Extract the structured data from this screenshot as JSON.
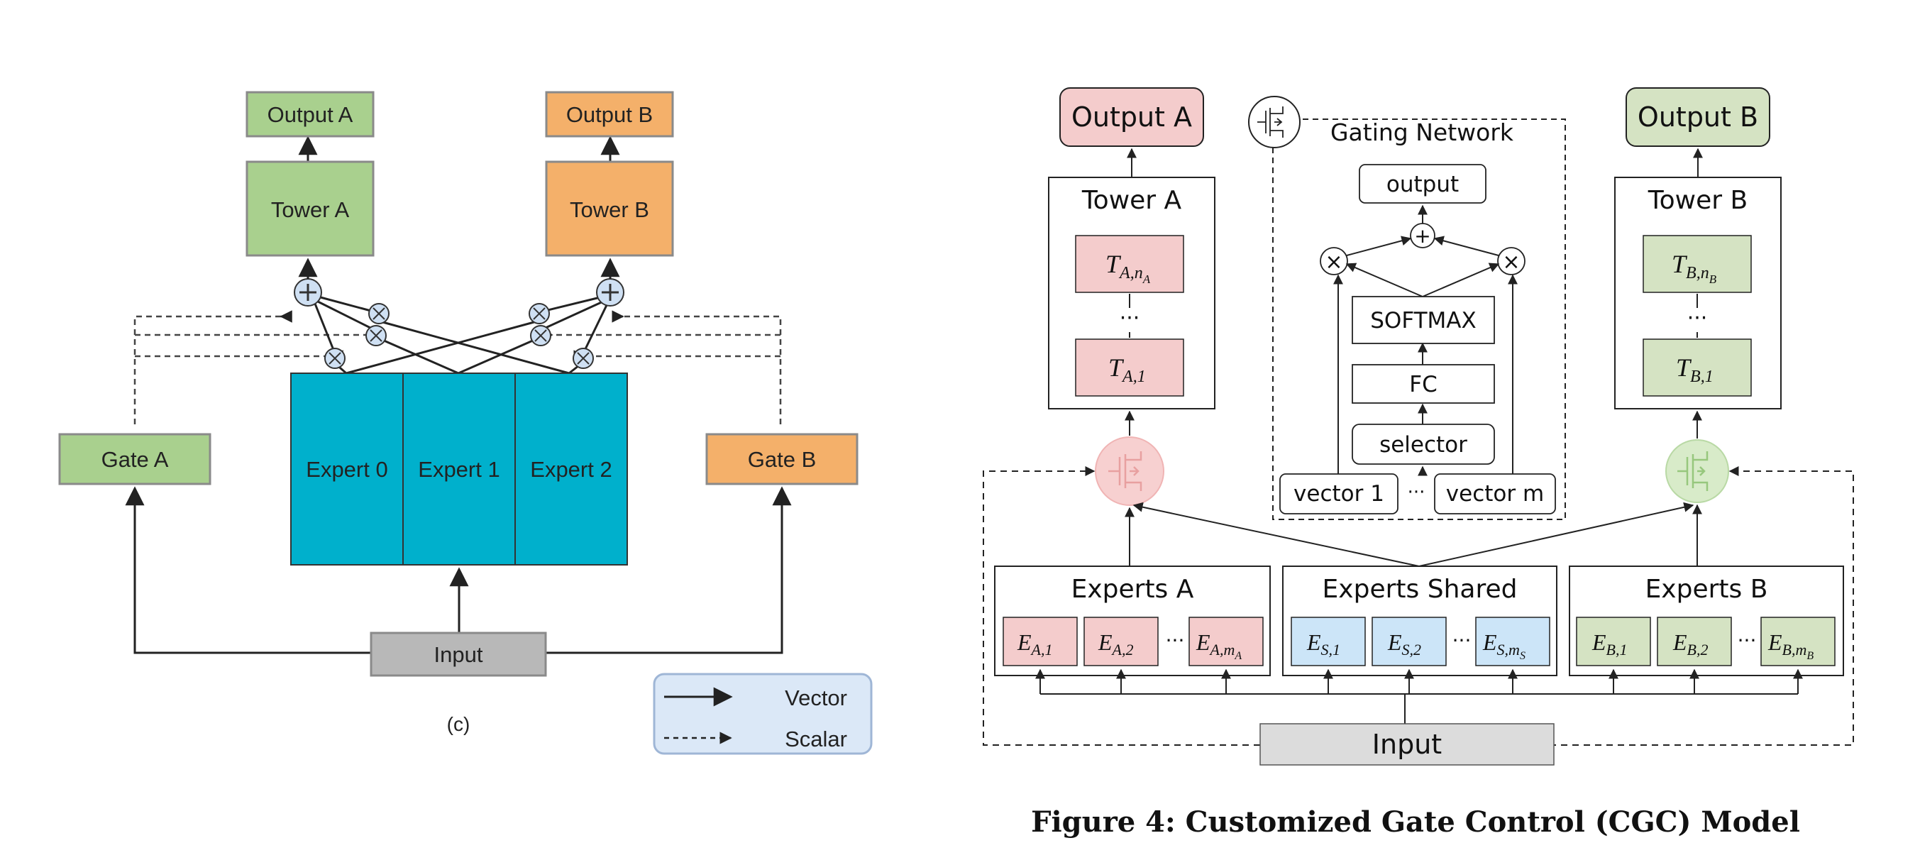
{
  "left_diagram": {
    "output_a": "Output A",
    "output_b": "Output B",
    "tower_a": "Tower A",
    "tower_b": "Tower B",
    "gate_a": "Gate A",
    "gate_b": "Gate B",
    "experts": [
      "Expert 0",
      "Expert 1",
      "Expert 2"
    ],
    "input": "Input",
    "sublabel": "(c)",
    "legend": {
      "vector": "Vector",
      "scalar": "Scalar"
    },
    "colors": {
      "green": "#a9d08e",
      "orange": "#f4b06a",
      "teal": "#00b0cc",
      "grey": "#b8b8b8",
      "legend_bg": "#dbe8f7"
    }
  },
  "right_diagram": {
    "output_a": "Output A",
    "output_b": "Output B",
    "tower_a": "Tower A",
    "tower_b": "Tower B",
    "tower_a_units": {
      "top": "T",
      "top_sub": "A,n",
      "top_subsub": "A",
      "bottom": "T",
      "bottom_sub": "A,1"
    },
    "tower_b_units": {
      "top": "T",
      "top_sub": "B,n",
      "top_subsub": "B",
      "bottom": "T",
      "bottom_sub": "B,1"
    },
    "ellipsis": "···",
    "gating_network": {
      "title": "Gating Network",
      "output": "output",
      "plus": "+",
      "times": "×",
      "softmax": "SOFTMAX",
      "fc": "FC",
      "selector": "selector",
      "vector_1": "vector 1",
      "vector_m": "vector m"
    },
    "experts_a": {
      "title": "Experts A",
      "items": [
        {
          "main": "E",
          "sub": "A,1",
          "subsub": ""
        },
        {
          "main": "E",
          "sub": "A,2",
          "subsub": ""
        },
        {
          "main": "E",
          "sub": "A,m",
          "subsub": "A"
        }
      ]
    },
    "experts_shared": {
      "title": "Experts Shared",
      "items": [
        {
          "main": "E",
          "sub": "S,1",
          "subsub": ""
        },
        {
          "main": "E",
          "sub": "S,2",
          "subsub": ""
        },
        {
          "main": "E",
          "sub": "S,m",
          "subsub": "S"
        }
      ]
    },
    "experts_b": {
      "title": "Experts B",
      "items": [
        {
          "main": "E",
          "sub": "B,1",
          "subsub": ""
        },
        {
          "main": "E",
          "sub": "B,2",
          "subsub": ""
        },
        {
          "main": "E",
          "sub": "B,m",
          "subsub": "B"
        }
      ]
    },
    "input": "Input",
    "caption": "Figure 4: Customized Gate Control (CGC) Model",
    "colors": {
      "pink": "#f4cccc",
      "green": "#d5e3c3",
      "blue": "#cce5f8",
      "grey": "#dcdcdc"
    }
  }
}
